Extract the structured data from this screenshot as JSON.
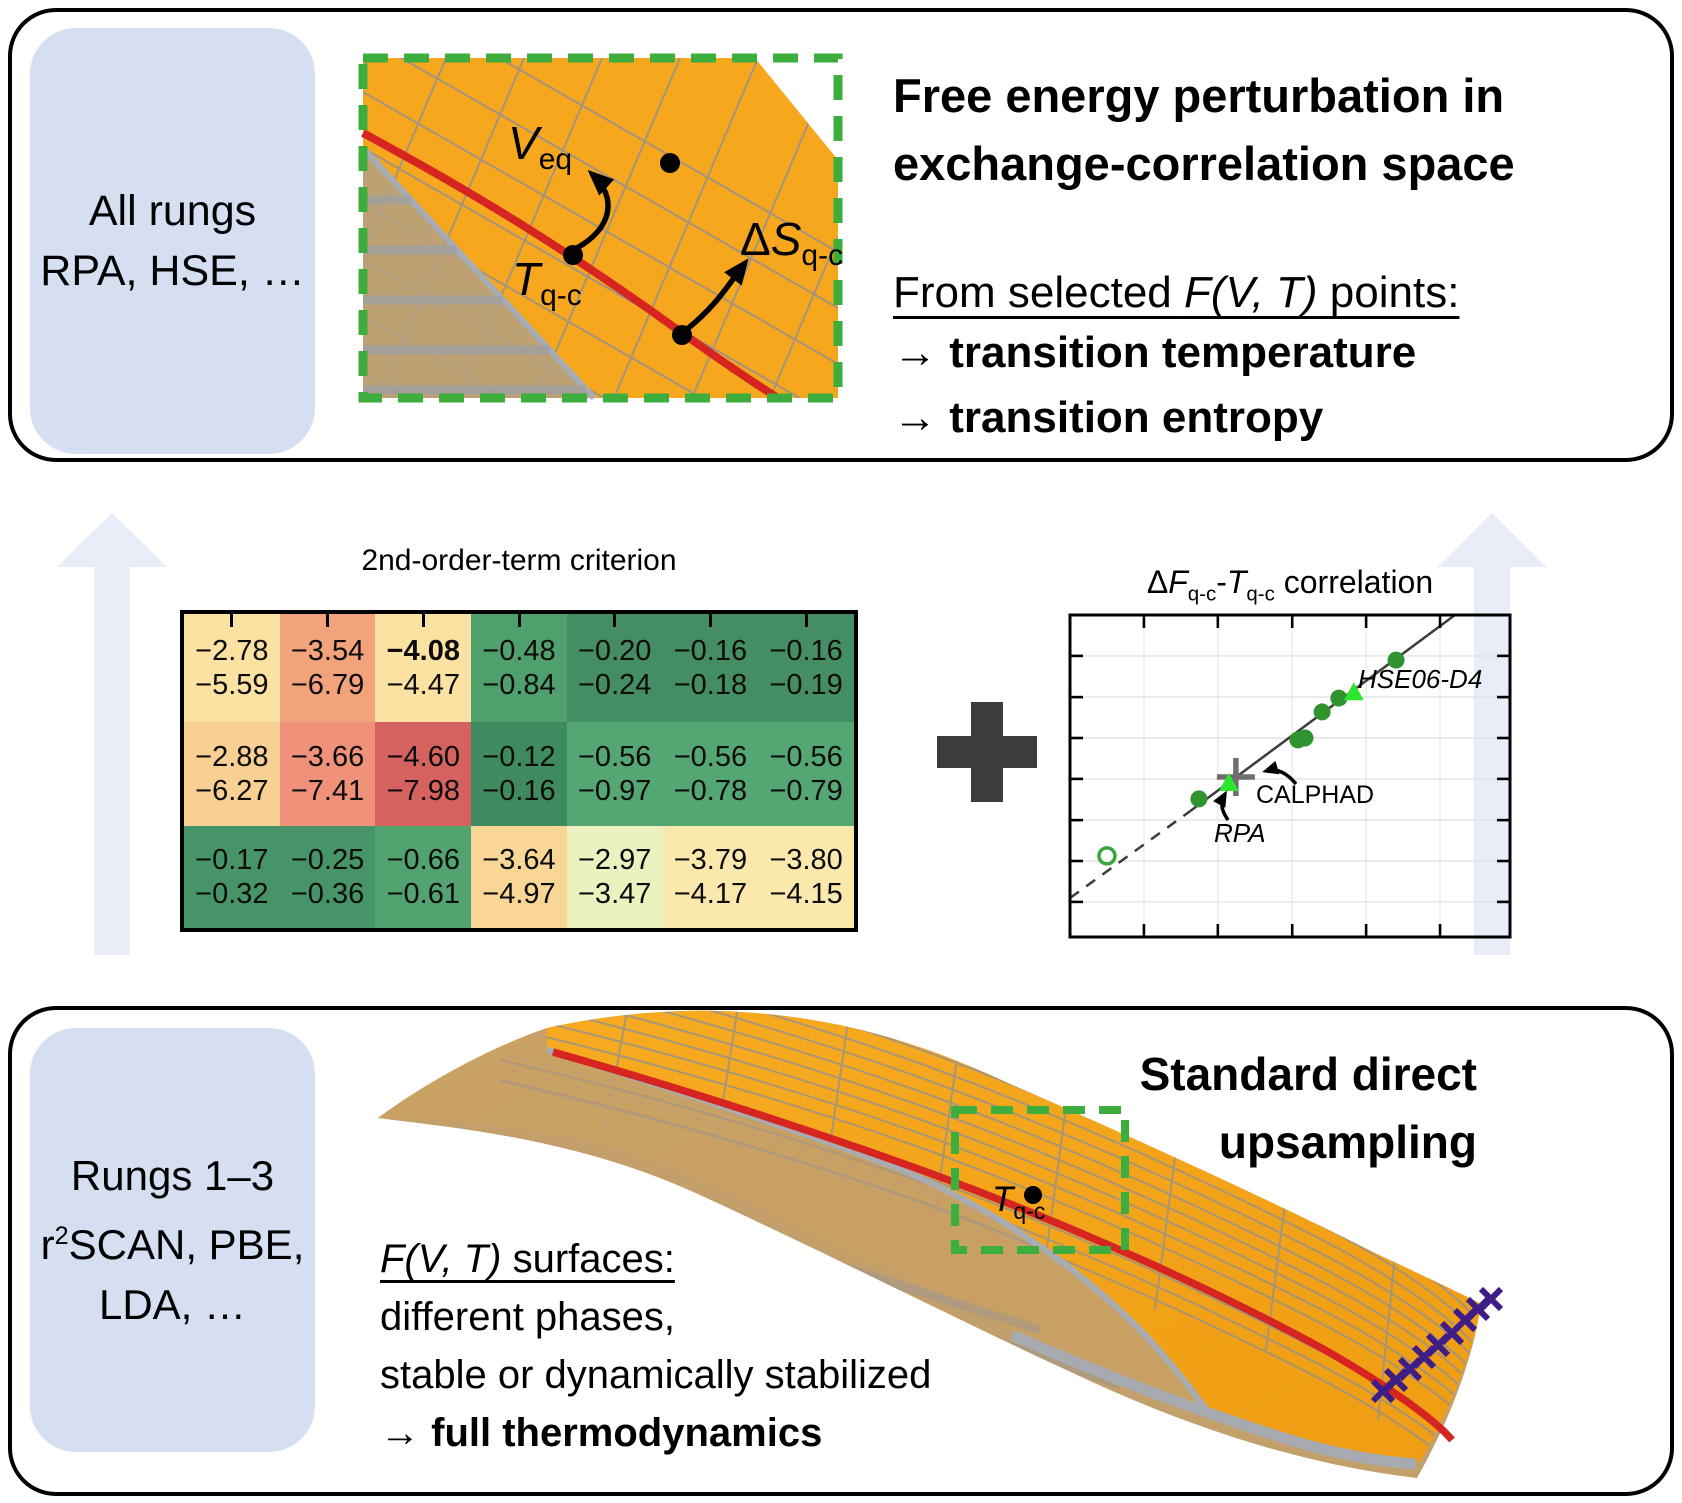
{
  "top_panel": {
    "badge": {
      "line1": "All rungs",
      "line2": "RPA, HSE, …"
    },
    "inset_labels": {
      "v_eq": {
        "base": "V",
        "sub": "eq"
      },
      "t_qc": {
        "base": "T",
        "sub": "q-c"
      },
      "ds_qc": {
        "prefix": "Δ",
        "base": "S",
        "sub": "q-c"
      }
    },
    "heading_line1": "Free energy perturbation in",
    "heading_line2": "exchange-correlation space",
    "from_points": {
      "prefix": "From selected ",
      "italic": "F(V, T)",
      "suffix": " points:"
    },
    "bullets": [
      {
        "arrow": "→",
        "text": "transition temperature"
      },
      {
        "arrow": "→",
        "text": "transition entropy"
      }
    ]
  },
  "middle": {
    "heatmap": {
      "title": "2nd-order-term criterion",
      "cols": 7,
      "rows": [
        [
          {
            "top": "−2.78",
            "bottom": "−5.59",
            "color": "#fbe2a2"
          },
          {
            "top": "−3.54",
            "bottom": "−6.79",
            "color": "#f2a37b"
          },
          {
            "top": "−4.08",
            "bottom": "−4.47",
            "color": "#fbe2a2",
            "bold_top": true
          },
          {
            "top": "−0.48",
            "bottom": "−0.84",
            "color": "#50a06e"
          },
          {
            "top": "−0.20",
            "bottom": "−0.24",
            "color": "#458e63"
          },
          {
            "top": "−0.16",
            "bottom": "−0.18",
            "color": "#458e63"
          },
          {
            "top": "−0.16",
            "bottom": "−0.19",
            "color": "#458e63"
          }
        ],
        [
          {
            "top": "−2.88",
            "bottom": "−6.27",
            "color": "#f9d094"
          },
          {
            "top": "−3.66",
            "bottom": "−7.41",
            "color": "#f09179"
          },
          {
            "top": "−4.60",
            "bottom": "−7.98",
            "color": "#d66260"
          },
          {
            "top": "−0.12",
            "bottom": "−0.16",
            "color": "#3f8a5e"
          },
          {
            "top": "−0.56",
            "bottom": "−0.97",
            "color": "#54a672"
          },
          {
            "top": "−0.56",
            "bottom": "−0.78",
            "color": "#54a672"
          },
          {
            "top": "−0.56",
            "bottom": "−0.79",
            "color": "#54a672"
          }
        ],
        [
          {
            "top": "−0.17",
            "bottom": "−0.32",
            "color": "#479468"
          },
          {
            "top": "−0.25",
            "bottom": "−0.36",
            "color": "#479468"
          },
          {
            "top": "−0.66",
            "bottom": "−0.61",
            "color": "#52a370"
          },
          {
            "top": "−3.64",
            "bottom": "−4.97",
            "color": "#f8d696"
          },
          {
            "top": "−2.97",
            "bottom": "−3.47",
            "color": "#ecf1c0"
          },
          {
            "top": "−3.79",
            "bottom": "−4.17",
            "color": "#fae8ac"
          },
          {
            "top": "−3.80",
            "bottom": "−4.15",
            "color": "#fae8ac"
          }
        ]
      ]
    },
    "scatter": {
      "title": {
        "delta": "Δ",
        "f": "F",
        "f_sub": "q-c",
        "hyphen": "-",
        "t": "T",
        "t_sub": "q-c",
        "rest": " correlation"
      },
      "labels": {
        "hse": "HSE06-D4",
        "calphad": "CALPHAD",
        "rpa": "RPA"
      }
    }
  },
  "bottom_panel": {
    "badge": {
      "line1": "Rungs 1–3",
      "line2_pre": "r",
      "line2_sup": "2",
      "line2_post": "SCAN, PBE,",
      "line3": "LDA, …"
    },
    "heading_line1": "Standard direct",
    "heading_line2": "upsampling",
    "surfaces": {
      "italic": "F(V, T)",
      "suffix": " surfaces:"
    },
    "line2": "different phases,",
    "line3": "stable or dynamically stabilized",
    "bullet": {
      "arrow": "→",
      "text": "full thermodynamics"
    },
    "t_qc": {
      "base": "T",
      "sub": "q-c"
    },
    "sample_crosses": [
      [
        1383,
        1391
      ],
      [
        1396,
        1380
      ],
      [
        1410,
        1369
      ],
      [
        1424,
        1357
      ],
      [
        1438,
        1345
      ],
      [
        1452,
        1333
      ],
      [
        1465,
        1320
      ],
      [
        1478,
        1309
      ],
      [
        1491,
        1299
      ]
    ]
  },
  "colors": {
    "badge_blue": "#d6def2",
    "arrow_blue": "#e8edf8",
    "surface_orange": "#f7a71d",
    "surface_tan": "#c2a06b",
    "transition_red": "#d62420",
    "dash_green": "#3dad3d",
    "marker_green_dark": "#2f9330",
    "marker_green_bright": "#2ee52e",
    "marker_plus_gray": "#6e6e6e",
    "cross_purple": "#3f1d86",
    "plus_dark": "#3a3c3e"
  },
  "chart_data": [
    {
      "type": "heatmap",
      "title": "2nd-order-term criterion",
      "rows": 3,
      "cols": 7,
      "values_top": [
        [
          -2.78,
          -3.54,
          -4.08,
          -0.48,
          -0.2,
          -0.16,
          -0.16
        ],
        [
          -2.88,
          -3.66,
          -4.6,
          -0.12,
          -0.56,
          -0.56,
          -0.56
        ],
        [
          -0.17,
          -0.25,
          -0.66,
          -3.64,
          -2.97,
          -3.79,
          -3.8
        ]
      ],
      "values_bottom": [
        [
          -5.59,
          -6.79,
          -4.47,
          -0.84,
          -0.24,
          -0.18,
          -0.19
        ],
        [
          -6.27,
          -7.41,
          -7.98,
          -0.16,
          -0.97,
          -0.78,
          -0.79
        ],
        [
          -0.32,
          -0.36,
          -0.61,
          -4.97,
          -3.47,
          -4.17,
          -4.15
        ]
      ],
      "bold_cell_row_col": [
        0,
        2
      ],
      "legend_position": "none",
      "grid": false
    },
    {
      "type": "scatter",
      "title": "ΔFq-c-Tq-c correlation",
      "xlabel": "",
      "ylabel": "",
      "note_axes": "tick marks only, no numeric labels visible",
      "points": [
        {
          "marker": "circle_open",
          "x": 0.084,
          "y": 0.252
        },
        {
          "marker": "circle",
          "x": 0.293,
          "y": 0.429
        },
        {
          "marker": "plus",
          "label": "CALPHAD",
          "x": 0.377,
          "y": 0.497
        },
        {
          "marker": "triangle",
          "label": "RPA",
          "x": 0.361,
          "y": 0.475
        },
        {
          "marker": "circle",
          "x": 0.518,
          "y": 0.612
        },
        {
          "marker": "circle",
          "x": 0.534,
          "y": 0.618
        },
        {
          "marker": "circle",
          "x": 0.573,
          "y": 0.699
        },
        {
          "marker": "circle",
          "x": 0.611,
          "y": 0.742
        },
        {
          "marker": "triangle",
          "label": "HSE06-D4",
          "x": 0.645,
          "y": 0.757
        },
        {
          "marker": "circle",
          "x": 0.741,
          "y": 0.86
        }
      ],
      "trend": {
        "dashed": [
          [
            0.0,
            0.121
          ],
          [
            0.273,
            0.391
          ]
        ],
        "solid": [
          [
            0.273,
            0.391
          ],
          [
            0.875,
            1.0
          ]
        ]
      },
      "x_ticks_frac": [
        0.168,
        0.336,
        0.505,
        0.673,
        0.841
      ],
      "y_ticks_frac": [
        0.109,
        0.236,
        0.363,
        0.491,
        0.618,
        0.745,
        0.873
      ]
    }
  ]
}
